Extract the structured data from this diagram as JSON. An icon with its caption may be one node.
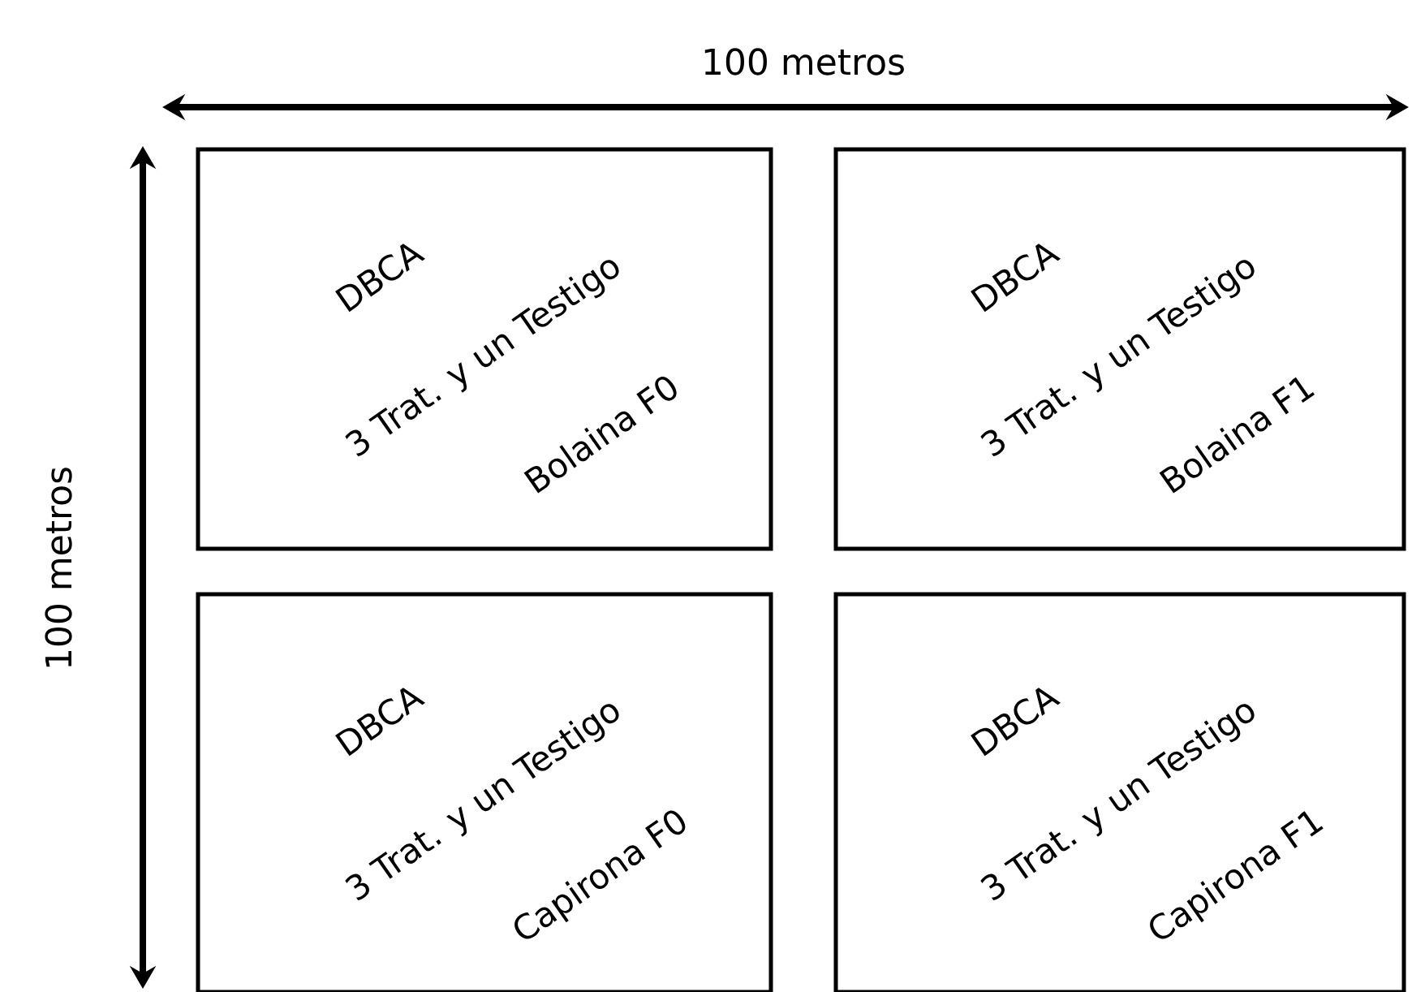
{
  "diagram": {
    "nodes": [
      {
        "text": [
          "DBCA",
          "3 Trat. y un Testigo",
          "Bolaina F0"
        ]
      },
      {
        "text": [
          "DBCA",
          "3 Trat. y un Testigo",
          "Bolaina F1"
        ]
      },
      {
        "text": [
          "DBCA",
          "3 Trat. y un Testigo",
          "Capirona F0"
        ]
      },
      {
        "text": [
          "DBCA",
          "3 Trat. y un Testigo",
          "Capirona F1"
        ]
      }
    ],
    "labels": [
      "100 metros",
      "100 metros"
    ]
  }
}
